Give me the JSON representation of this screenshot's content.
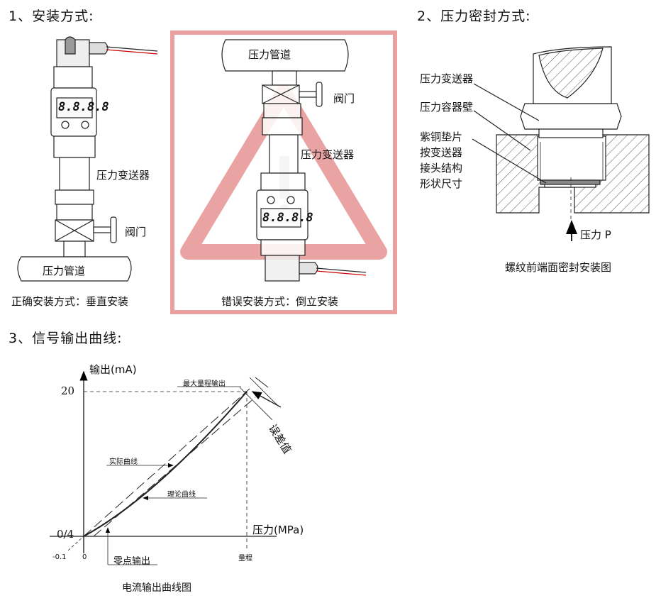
{
  "sections": {
    "install": {
      "title": "1、安装方式:"
    },
    "seal": {
      "title": "2、压力密封方式:"
    },
    "curve": {
      "title": "3、信号输出曲线:"
    }
  },
  "install_correct": {
    "label_transmitter": "压力变送器",
    "label_valve": "阀门",
    "label_pipe": "压力管道",
    "caption": "正确安装方式：垂直安装",
    "display_value": "8.8.8.8"
  },
  "install_wrong": {
    "label_pipe": "压力管道",
    "label_valve": "阀门",
    "label_transmitter": "压力变送器",
    "caption": "错误安装方式：倒立安装",
    "display_value": "8.8.8.8",
    "warning_color": "#e8a0a0"
  },
  "seal_diagram": {
    "label_transmitter": "压力变送器",
    "label_wall": "压力容器壁",
    "label_gasket_lines": [
      "紫铜垫片",
      "按变送器",
      "接头结构",
      "形状尺寸"
    ],
    "label_pressure": "压力 P",
    "caption": "螺纹前端面密封安装图"
  },
  "output_curve": {
    "y_axis_label": "输出(mA)",
    "x_axis_label": "压力(MPa)",
    "y_tick_top": "20",
    "y_tick_bottom": "0/4",
    "x_tick_neg": "-0.1",
    "x_tick_zero": "0",
    "x_tick_range": "量程",
    "label_max": "最大量程输出",
    "label_actual": "实际曲线",
    "label_theory": "理论曲线",
    "label_zero": "零点输出",
    "label_error": "误差值",
    "caption": "电流输出曲线图"
  }
}
